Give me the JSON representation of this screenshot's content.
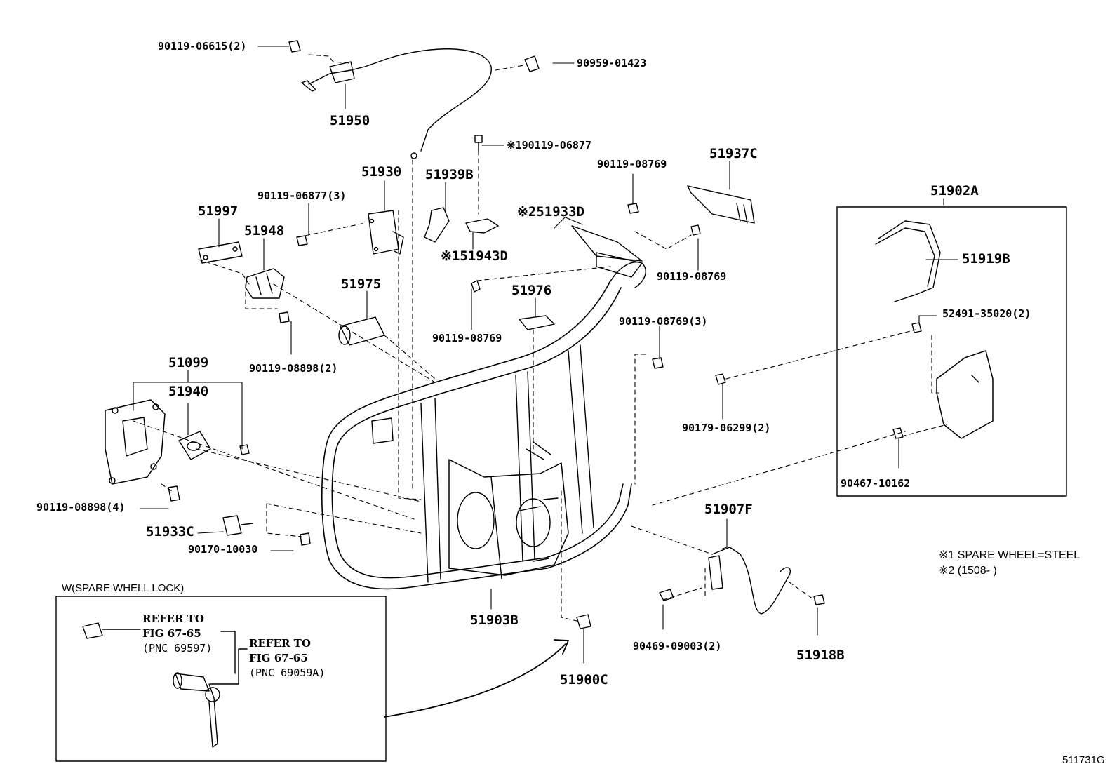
{
  "parts": {
    "p90119_06615": "90119-06615(2)",
    "p90959_01423": "90959-01423",
    "p51950": "51950",
    "p90119_06877_n1": "※190119-06877",
    "p51930": "51930",
    "p51939B": "51939B",
    "p51937C": "51937C",
    "p90119_08769_top": "90119-08769",
    "p90119_06877_3": "90119-06877(3)",
    "p51997": "51997",
    "p51948": "51948",
    "p51933D": "※251933D",
    "p51943D": "※151943D",
    "p90119_08769_right": "90119-08769",
    "p51902A": "51902A",
    "p51919B": "51919B",
    "p51975": "51975",
    "p51976": "51976",
    "p90119_08769_mid": "90119-08769",
    "p90119_08769_3": "90119-08769(3)",
    "p52491_35020": "52491-35020(2)",
    "p90119_08898_2": "90119-08898(2)",
    "p51099": "51099",
    "p51940": "51940",
    "p90179_06299": "90179-06299(2)",
    "p90467_10162": "90467-10162",
    "p90119_08898_4": "90119-08898(4)",
    "p51907F": "51907F",
    "p51933C": "51933C",
    "p90170_10030": "90170-10030",
    "p51903B": "51903B",
    "p90469_09003": "90469-09003(2)",
    "p51918B": "51918B",
    "p51900C": "51900C"
  },
  "notes": {
    "note1": "※1 SPARE WHEEL=STEEL",
    "note2": "※2 (1508-     )"
  },
  "inset": {
    "title": "W(SPARE WHELL LOCK)",
    "ref1_line1": "REFER TO",
    "ref1_line2": "FIG 67-65",
    "ref1_line3": "(PNC 69597)",
    "ref2_line1": "REFER TO",
    "ref2_line2": "FIG 67-65",
    "ref2_line3": "(PNC 69059A)"
  },
  "figure_id": "511731G"
}
